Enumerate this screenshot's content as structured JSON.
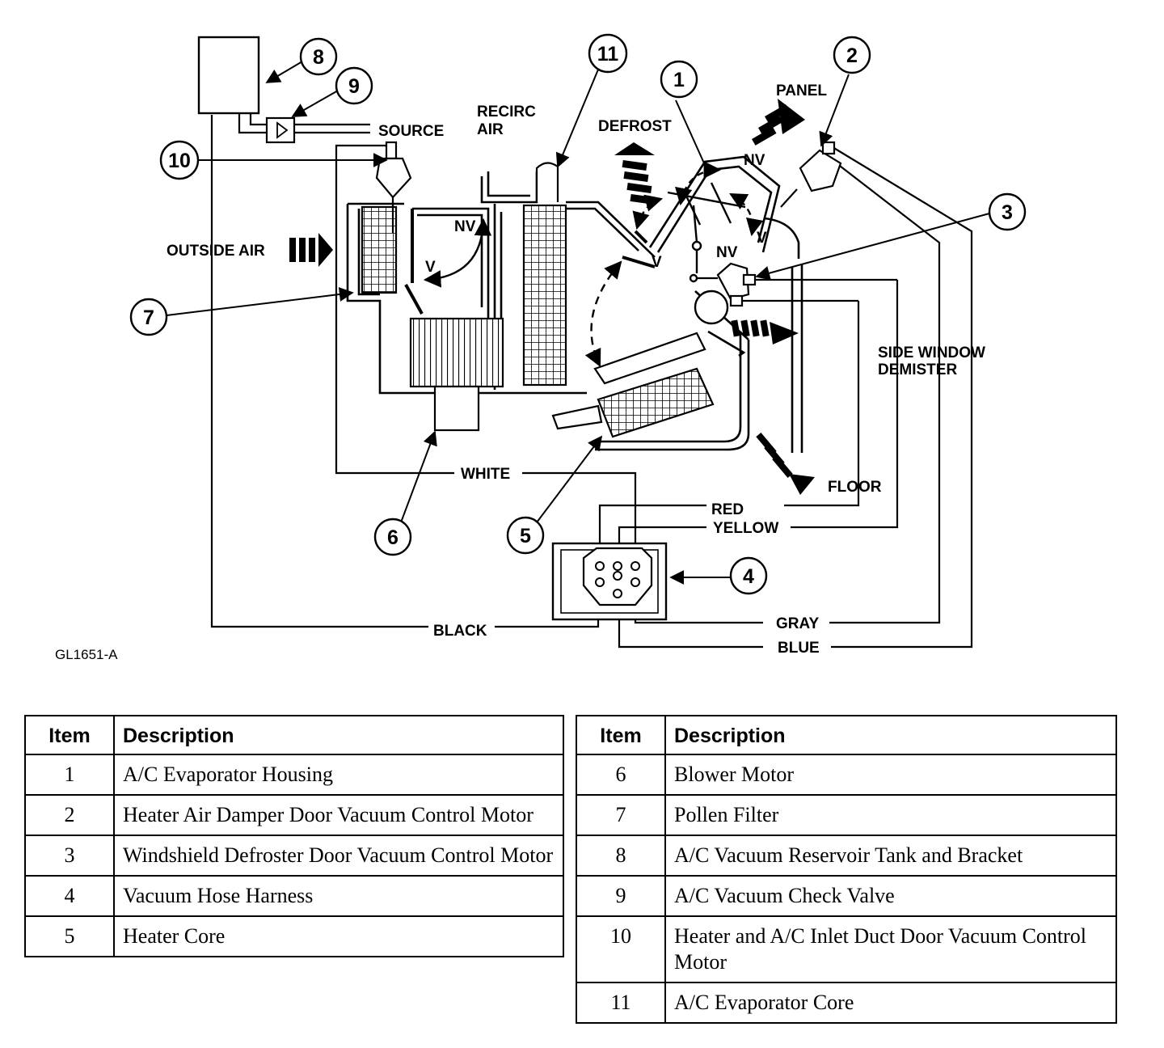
{
  "diagram": {
    "labels": {
      "source": "SOURCE",
      "recirc_air_line1": "RECIRC",
      "recirc_air_line2": "AIR",
      "defrost": "DEFROST",
      "panel": "PANEL",
      "outside_air": "OUTSIDE AIR",
      "side_window_line1": "SIDE WINDOW",
      "side_window_line2": "DEMISTER",
      "floor": "FLOOR",
      "white": "WHITE",
      "red": "RED",
      "yellow": "YELLOW",
      "black": "BLACK",
      "gray": "GRAY",
      "blue": "BLUE",
      "nv_1": "NV",
      "nv_2": "NV",
      "nv_3": "NV",
      "v_1": "V",
      "v_2": "V",
      "v_3": "V",
      "figure_id": "GL1651-A"
    },
    "callouts": [
      "1",
      "2",
      "3",
      "4",
      "5",
      "6",
      "7",
      "8",
      "9",
      "10",
      "11"
    ]
  },
  "legend": {
    "headers": {
      "item": "Item",
      "description": "Description"
    },
    "left_rows": [
      {
        "item": "1",
        "description": "A/C Evaporator Housing"
      },
      {
        "item": "2",
        "description": "Heater Air Damper Door Vacuum Control Motor"
      },
      {
        "item": "3",
        "description": "Windshield Defroster Door Vacuum Control Motor"
      },
      {
        "item": "4",
        "description": "Vacuum Hose Harness"
      },
      {
        "item": "5",
        "description": "Heater Core"
      }
    ],
    "right_rows": [
      {
        "item": "6",
        "description": "Blower Motor"
      },
      {
        "item": "7",
        "description": "Pollen Filter"
      },
      {
        "item": "8",
        "description": "A/C Vacuum Reservoir Tank and Bracket"
      },
      {
        "item": "9",
        "description": "A/C Vacuum Check Valve"
      },
      {
        "item": "10",
        "description": "Heater and A/C Inlet Duct Door Vacuum Control Motor"
      },
      {
        "item": "11",
        "description": "A/C Evaporator Core"
      }
    ]
  }
}
